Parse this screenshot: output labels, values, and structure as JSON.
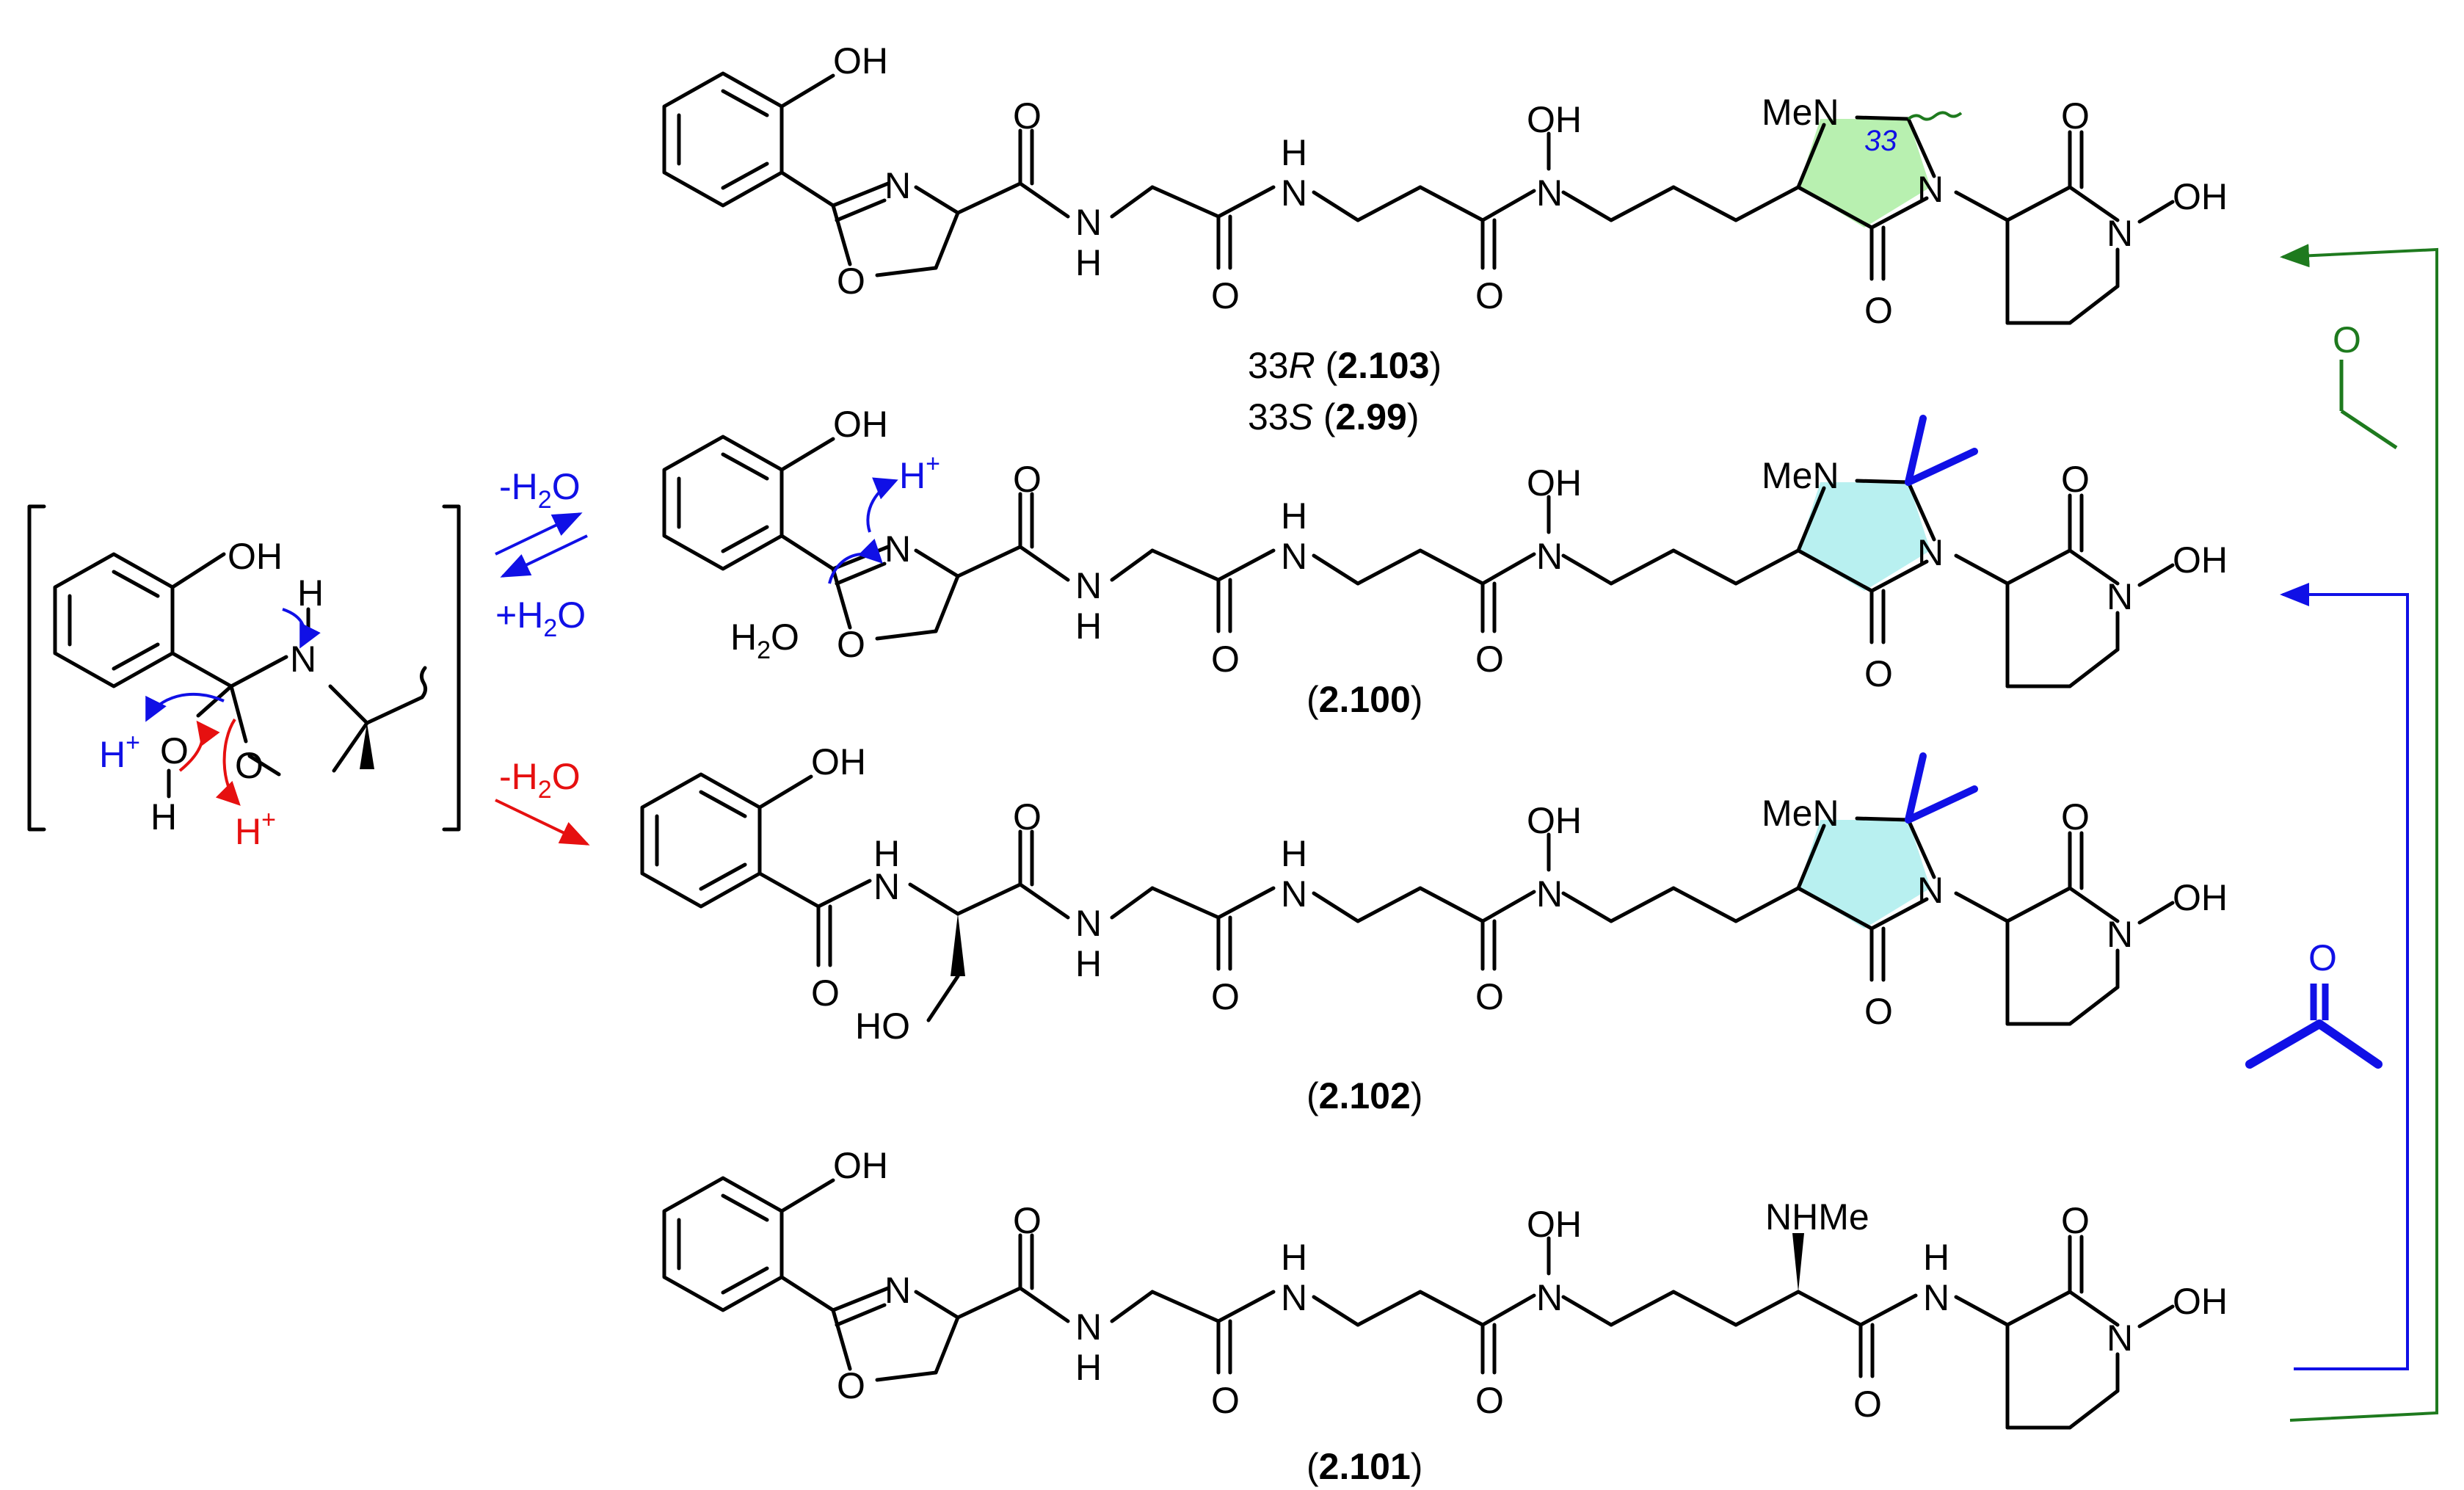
{
  "colors": {
    "bond": "#000000",
    "green": "#1e7a1e",
    "blue": "#1010e6",
    "red": "#e61010",
    "green_ring": "#b8f0b0",
    "cyan_ring": "#b8f0f0"
  },
  "atoms": {
    "oh": "OH",
    "n": "N",
    "o": "O",
    "h": "H",
    "me_n": "MeN",
    "nhme": "NHMe",
    "ho": "HO",
    "h_plus": "H",
    "plus": "+",
    "h2o_h": "H",
    "h2o_2": "2",
    "h2o_o": "O",
    "num_33": "33"
  },
  "arrows": {
    "dehydrate_top": {
      "pre": "-H",
      "sub": "2",
      "post": "O"
    },
    "hydrate_bottom": {
      "pre": "+H",
      "sub": "2",
      "post": "O"
    },
    "dehydrate_red": {
      "pre": "-H",
      "sub": "2",
      "post": "O"
    }
  },
  "compounds": {
    "c103": {
      "label_prefix": "33",
      "stereo": "R",
      "number": "2.103"
    },
    "c99": {
      "label_prefix": "33",
      "stereo": "S",
      "number": "2.99"
    },
    "c100": {
      "number": "2.100"
    },
    "c102": {
      "number": "2.102"
    },
    "c101": {
      "number": "2.101"
    }
  },
  "punct": {
    "open": "(",
    "close": ")"
  }
}
